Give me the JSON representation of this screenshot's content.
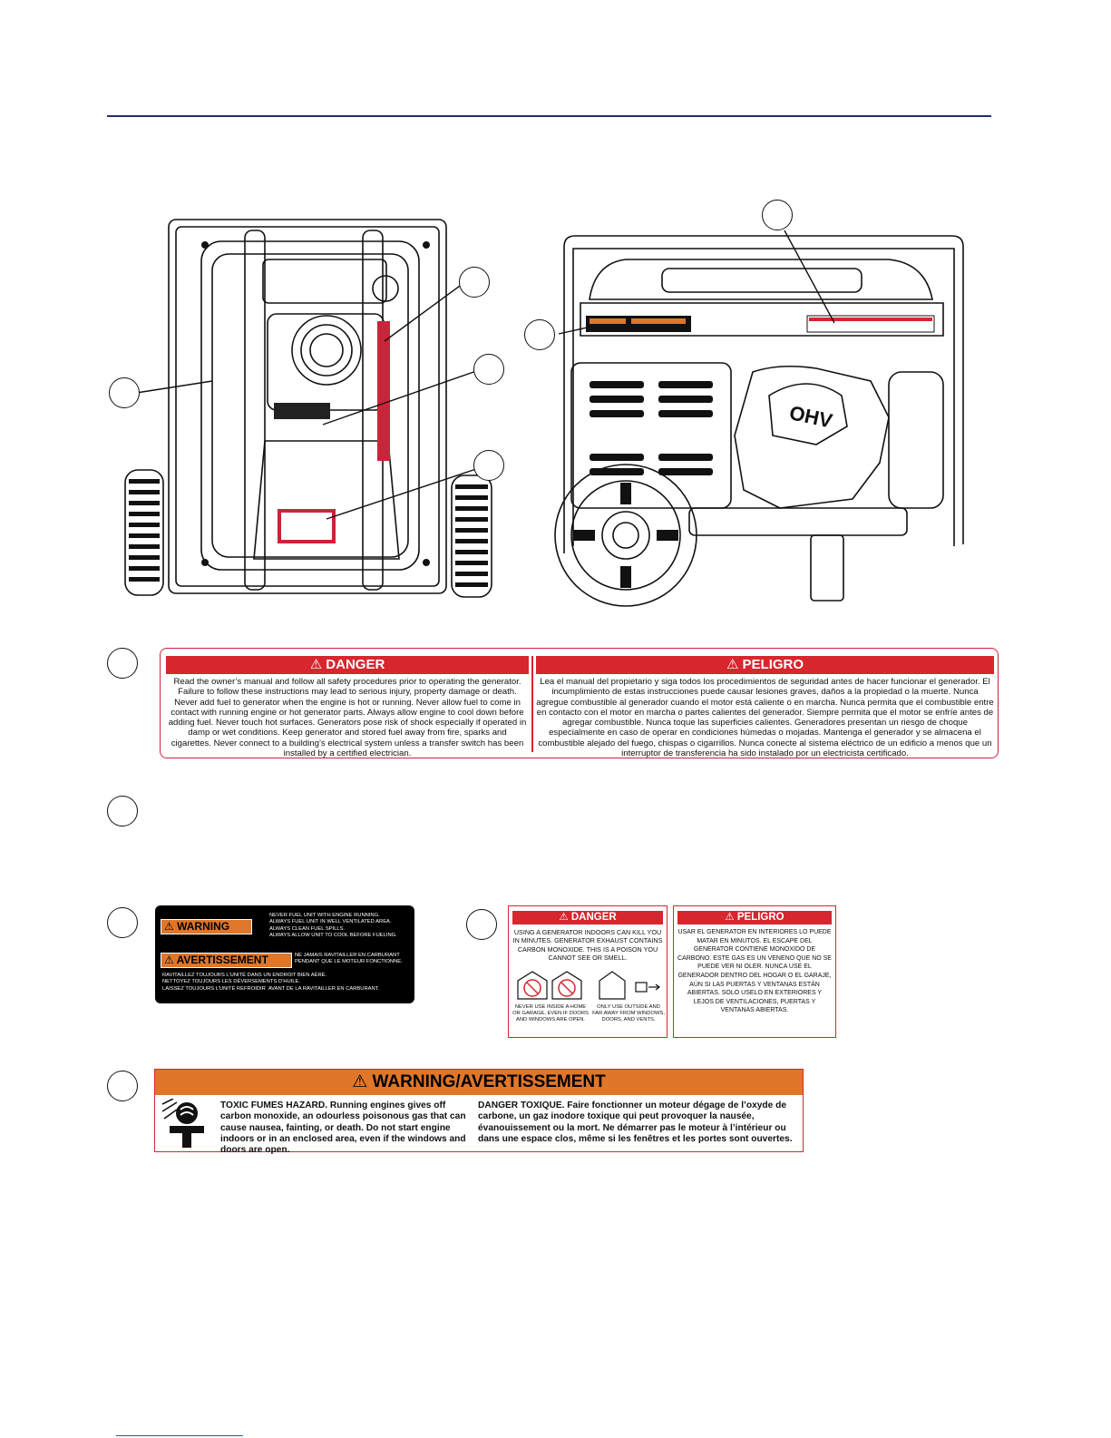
{
  "danger_label": {
    "en_title": "⚠ DANGER",
    "en_text": "Read the owner’s manual and follow all safety procedures prior to operating the generator. Failure to follow these instructions may lead to serious injury, property damage or death. Never add fuel to generator when the engine is hot or running. Never allow fuel to come in contact with running engine or hot generator parts. Always allow engine to cool down before adding fuel. Never touch hot surfaces. Generators pose risk of shock especially if operated in damp or wet conditions. Keep generator and stored fuel away from fire, sparks and cigarettes. Never connect to a building’s electrical system unless a transfer switch has been installed by a certified electrician.",
    "es_title": "⚠ PELIGRO",
    "es_text": "Lea el manual del propietario y siga todos los procedimientos de seguridad antes de hacer funcionar el generador. El incumplimiento de estas instrucciones puede causar lesiones graves, daños a la propiedad o la muerte. Nunca agregue combustible al generador cuando el motor está caliente o en marcha. Nunca permita que el combustible entre en contacto con el motor en marcha o partes calientes del generador. Siempre permita que el motor se enfríe antes de agregar combustible. Nunca toque las superficies calientes. Generadores presentan un riesgo de choque especialmente en caso de operar en condiciones húmedas o mojadas. Mantenga el generador y se almacena el combustible alejado del fuego, chispas o cigarrillos. Nunca conecte al sistema eléctrico de un edificio a menos que un interruptor de transferencia ha sido instalado por un electricista certificado."
  },
  "warning_label": {
    "tag_en": "⚠ WARNING",
    "tag_fr": "⚠ AVERTISSEMENT",
    "en_lines": "NEVER FUEL UNIT WITH ENGINE RUNNING.\nALWAYS FUEL UNIT IN WELL VENTILATED AREA.\nALWAYS CLEAN FUEL SPILLS.\nALWAYS ALLOW UNIT TO COOL BEFORE FUELING.",
    "fr_top": "NE JAMAIS RAVITAILLER EN CARBURANT\nPENDANT QUE LE MOTEUR FONCTIONNE.",
    "fr_lines": "RAVITAILLEZ TOUJOURS L’UNITÉ DANS UN ENDROIT BIEN AÉRÉ.\nNETTOYEZ TOUJOURS LES DÉVERSEMENTS D’HUILE.\nLAISSEZ TOUJOURS L’UNITÉ REFROIDIR  AVANT DE LA RAVITAILLER EN CARBURANT."
  },
  "co_label": {
    "en_title": "⚠ DANGER",
    "en_text": "USING A GENERATOR INDOORS CAN KILL YOU IN MINUTES. GENERATOR EXHAUST CONTAINS CARBON MONOXIDE. THIS IS A POISON YOU CANNOT SEE OR SMELL.",
    "never_text": "NEVER USE INSIDE A HOME OR GARAGE, EVEN IF DOORS AND WINDOWS ARE OPEN.",
    "only_text": "ONLY USE OUTSIDE AND FAR AWAY FROM WINDOWS, DOORS, AND VENTS.",
    "es_title": "⚠ PELIGRO",
    "es_text": "USAR EL GENERATOR EN INTERIORES LO PUEDE MATAR EN MINUTOS. EL ESCAPE DEL GENERATOR CONTIENE MONOXIDO DE CARBONO. ESTE GAS ES UN VENENO QUE NO SE PUEDE VER NI OLER. NUNCA USE EL GENERADOR DENTRO DEL HOGAR O EL GARAJE, AÚN SI LAS PUERTAS Y VENTANAS ESTÁN ABIERTAS. SOLO USELO EN EXTERIORES Y LEJOS DE VENTILACIONES, PUERTAS Y VENTANAS ABIERTAS."
  },
  "toxic_label": {
    "title": "⚠ WARNING/AVERTISSEMENT",
    "en_text": "TOXIC FUMES HAZARD. Running engines gives off carbon monoxide, an odourless poisonous gas that can cause nausea, fainting, or death. Do not start engine indoors or in an enclosed area, even if the windows and doors are open.",
    "fr_text": "DANGER TOXIQUE. Faire fonctionner un moteur dégage de l’oxyde de carbone, un gaz inodore toxique qui peut provoquer la nausée, évanouissement ou la mort. Ne démarrer pas le moteur à l’intérieur ou dans une espace clos, même si les fenêtres et les portes sont ouvertes."
  },
  "engine_badge": "OHV",
  "colors": {
    "danger_red": "#d7262d",
    "warning_orange": "#e0762a",
    "rule_blue": "#1f2f6b"
  }
}
